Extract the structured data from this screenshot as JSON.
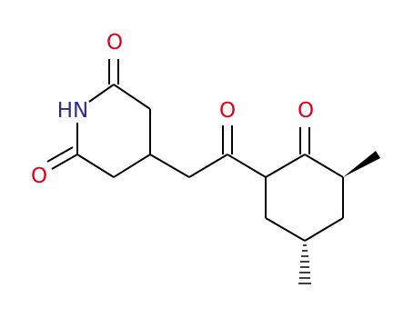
{
  "colors": {
    "bond": "#000000",
    "oxygen": "#e0001a",
    "nitrogen": "#2d2d8a",
    "background": "#ffffff"
  },
  "atoms": {
    "o_top": "O",
    "nh": "HN",
    "o_left": "O",
    "o_ketone": "O",
    "o_ring": "O"
  }
}
